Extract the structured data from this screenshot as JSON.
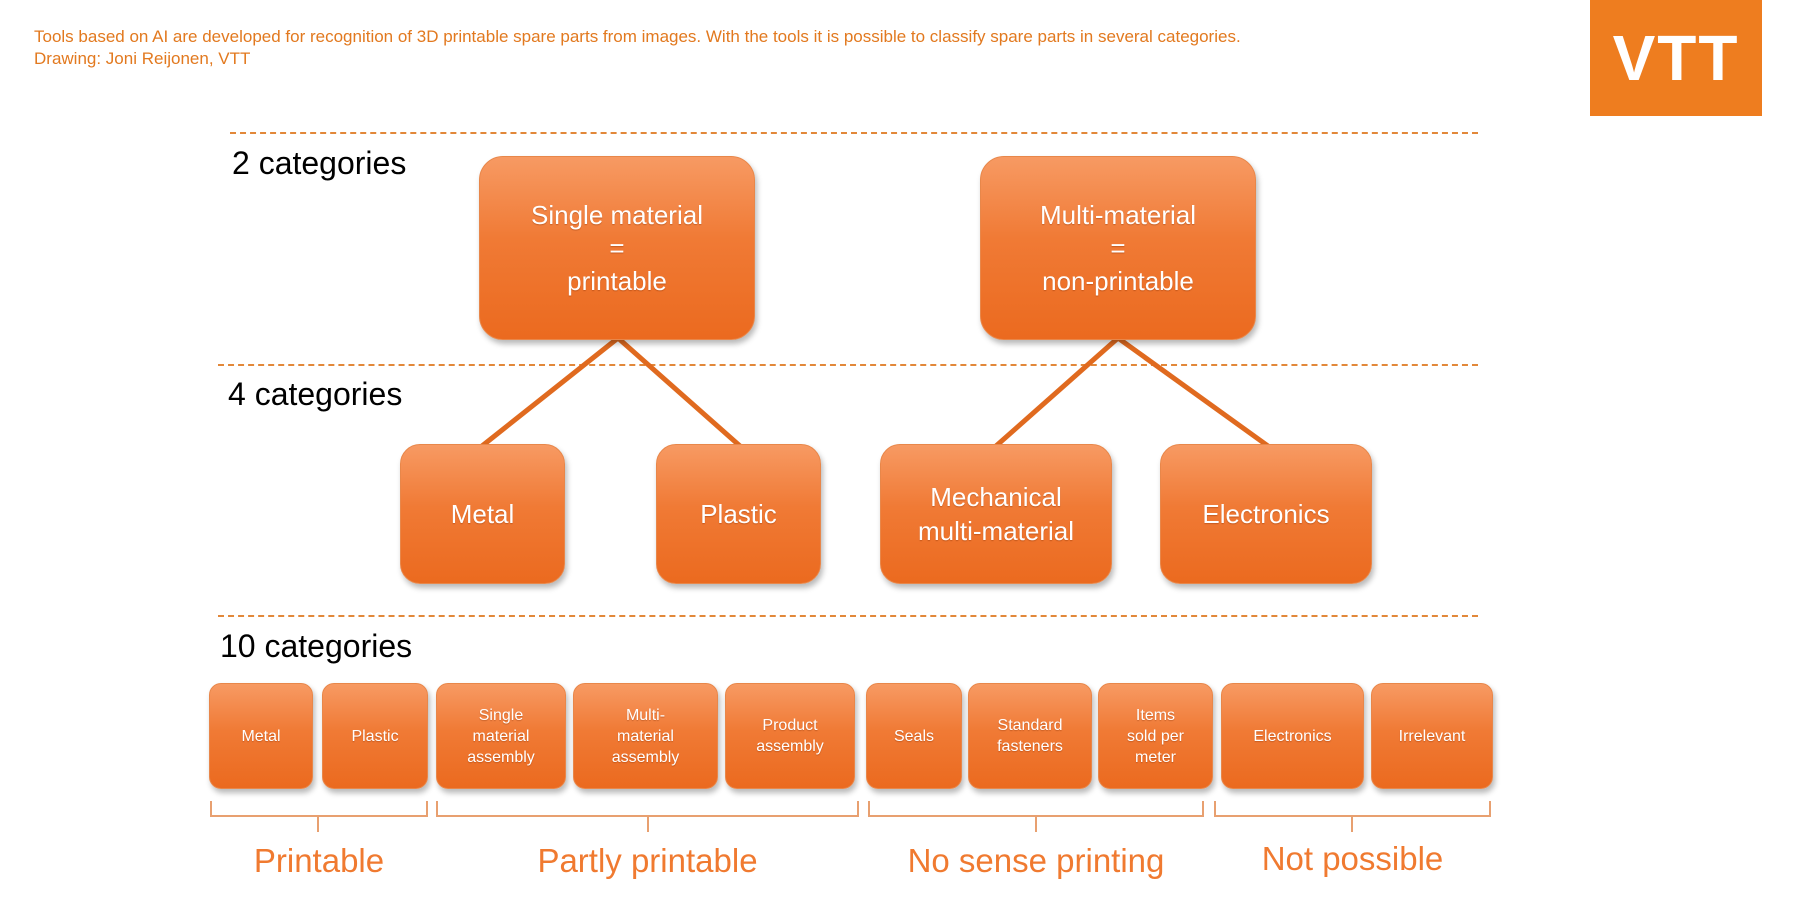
{
  "caption": {
    "line1": "Tools based on AI are developed for recognition of 3D printable spare parts from images. With the tools it is possible to classify spare parts in several categories.",
    "line2": "Drawing: Joni Reijonen, VTT"
  },
  "logo": {
    "text": "VTT",
    "color": "#ee7d1f"
  },
  "levels": {
    "two": "2 categories",
    "four": "4 categories",
    "ten": "10 categories"
  },
  "top": [
    {
      "label": "Single material\n=\nprintable"
    },
    {
      "label": "Multi-material\n=\nnon-printable"
    }
  ],
  "middle": [
    {
      "label": "Metal"
    },
    {
      "label": "Plastic"
    },
    {
      "label": "Mechanical\nmulti-material"
    },
    {
      "label": "Electronics"
    }
  ],
  "bottom": [
    {
      "label": "Metal"
    },
    {
      "label": "Plastic"
    },
    {
      "label": "Single\nmaterial\nassembly"
    },
    {
      "label": "Multi-\nmaterial\nassembly"
    },
    {
      "label": "Product\nassembly"
    },
    {
      "label": "Seals"
    },
    {
      "label": "Standard\nfasteners"
    },
    {
      "label": "Items\nsold per\nmeter"
    },
    {
      "label": "Electronics"
    },
    {
      "label": "Irrelevant"
    }
  ],
  "groups": [
    {
      "label": "Printable"
    },
    {
      "label": "Partly printable"
    },
    {
      "label": "No sense printing"
    },
    {
      "label": "Not possible"
    }
  ],
  "colors": {
    "accent": "#f07a30",
    "connector": "#e06a1f",
    "bracket": "#e8a070"
  }
}
